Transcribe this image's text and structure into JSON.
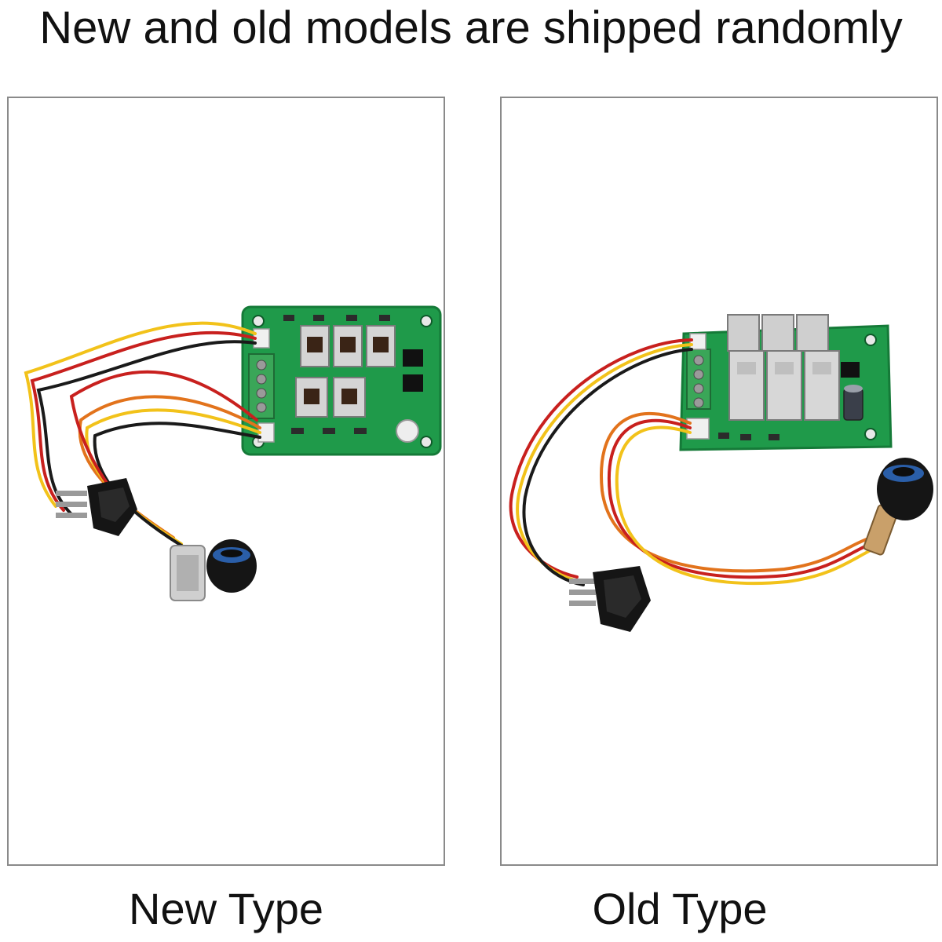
{
  "headline": "New and old models are shipped randomly",
  "panels": [
    {
      "caption": "New Type",
      "photo_subject": "brushless-motor-controller-board-new"
    },
    {
      "caption": "Old Type",
      "photo_subject": "brushless-motor-controller-board-old"
    }
  ],
  "colors": {
    "pcb_green": "#1f9a4a",
    "heatsink": "#c9c9c9",
    "terminal_green": "#3aa658",
    "switch_black": "#151515",
    "knob_blue": "#2a5ea8",
    "wire_red": "#c8201e",
    "wire_yellow": "#f2c21a",
    "wire_black": "#1a1a1a",
    "wire_orange": "#e2731c",
    "panel_border": "#8a8a8a"
  }
}
